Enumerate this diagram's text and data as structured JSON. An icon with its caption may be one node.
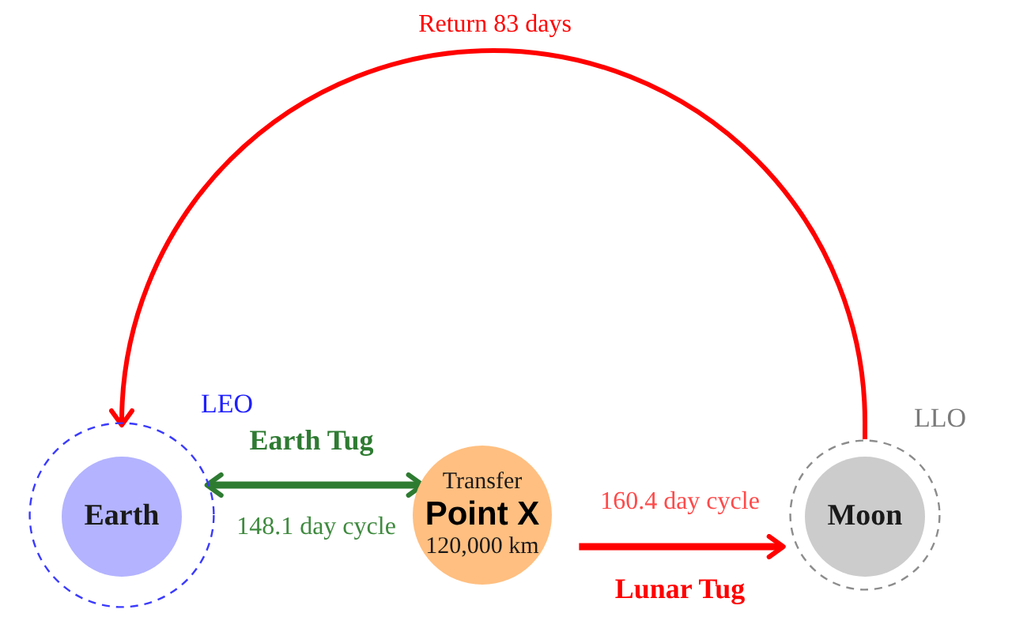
{
  "diagram": {
    "nodes": [
      {
        "text": [
          "LEO"
        ]
      },
      {
        "text": [
          "Earth"
        ],
        "in": 0
      },
      {
        "text": [
          "Transfer",
          "Point X",
          "120,000 km"
        ]
      },
      {
        "text": [
          "LLO"
        ]
      },
      {
        "text": [
          "Moon"
        ],
        "in": 3
      }
    ],
    "edges": [
      {
        "from": 0,
        "to": 2,
        "arrow": "both",
        "label": "Earth Tug",
        "color": "#2e7b32"
      },
      {
        "from": 2,
        "to": 3,
        "arrow": "to",
        "label": "Lunar Tug"
      },
      {
        "from": 3,
        "to": 0,
        "arrow": "to",
        "label": "Return 83 days"
      }
    ],
    "labels": [
      "148.1 day cycle",
      "160.4 day cycle"
    ]
  }
}
